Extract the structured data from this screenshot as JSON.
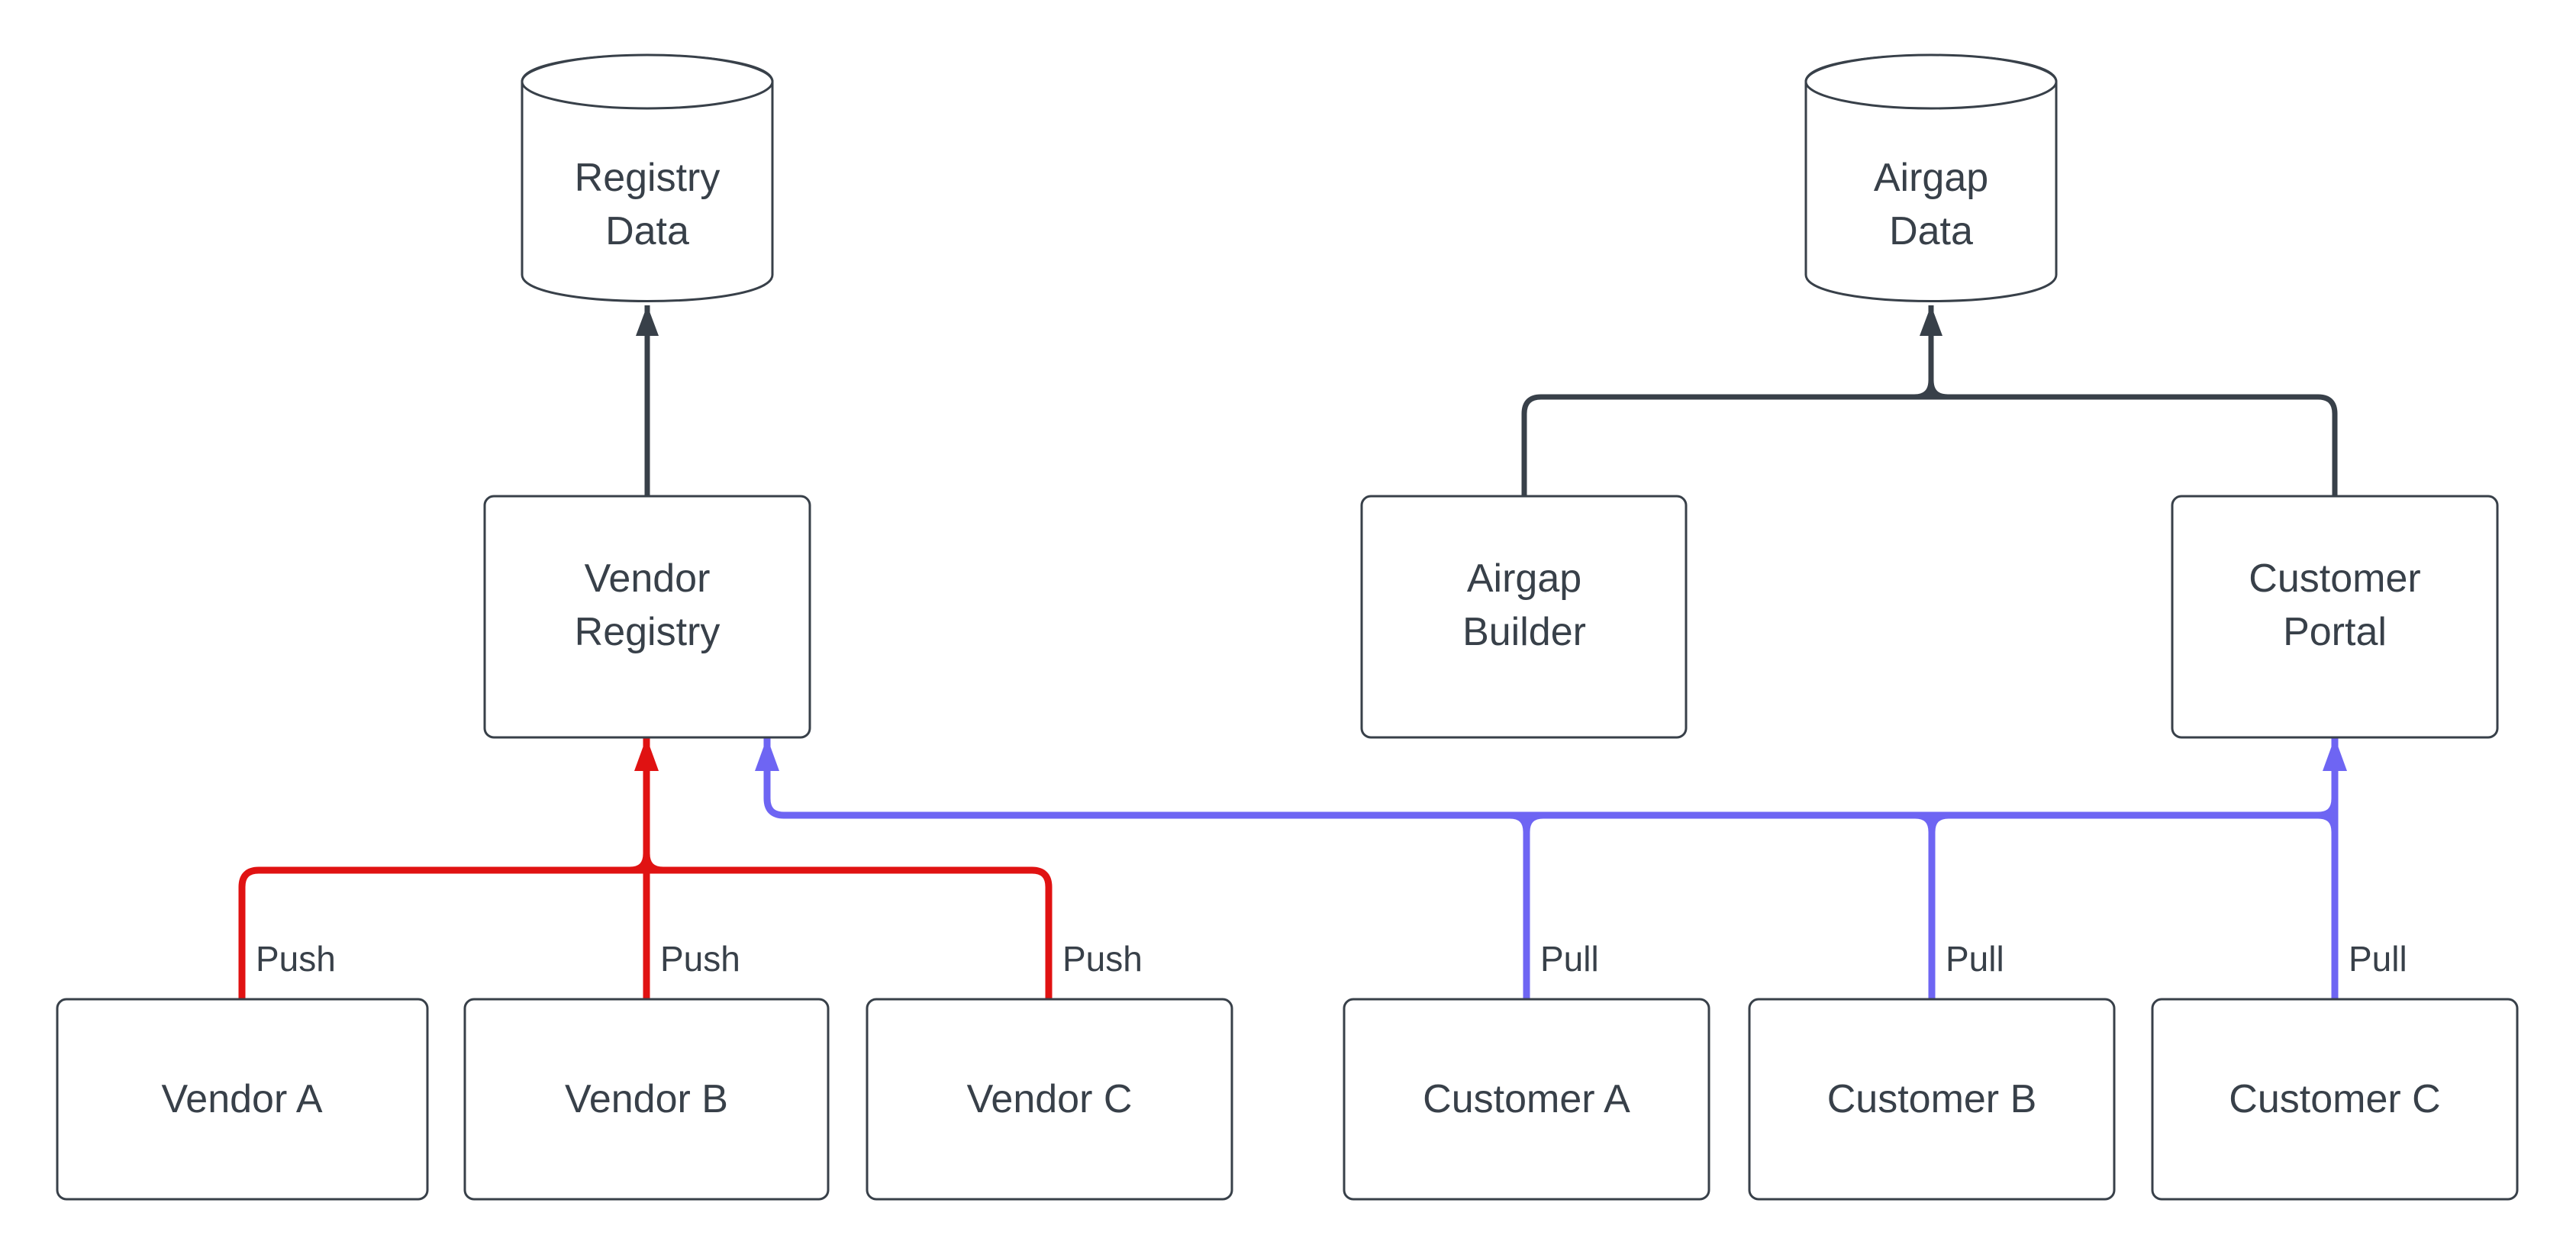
{
  "diagram": {
    "colors": {
      "dark": "#384049",
      "push": "#e01212",
      "pull": "#6e65f3",
      "text": "#384049",
      "node_fill": "#ffffff"
    },
    "nodes": {
      "registry_data": {
        "shape": "cylinder",
        "lines": [
          "Registry",
          "Data"
        ]
      },
      "airgap_data": {
        "shape": "cylinder",
        "lines": [
          "Airgap",
          "Data"
        ]
      },
      "vendor_registry": {
        "shape": "box",
        "lines": [
          "Vendor",
          "Registry"
        ]
      },
      "airgap_builder": {
        "shape": "box",
        "lines": [
          "Airgap",
          "Builder"
        ]
      },
      "customer_portal": {
        "shape": "box",
        "lines": [
          "Customer",
          "Portal"
        ]
      },
      "vendor_a": {
        "shape": "box",
        "lines": [
          "Vendor A"
        ]
      },
      "vendor_b": {
        "shape": "box",
        "lines": [
          "Vendor B"
        ]
      },
      "vendor_c": {
        "shape": "box",
        "lines": [
          "Vendor C"
        ]
      },
      "customer_a": {
        "shape": "box",
        "lines": [
          "Customer A"
        ]
      },
      "customer_b": {
        "shape": "box",
        "lines": [
          "Customer B"
        ]
      },
      "customer_c": {
        "shape": "box",
        "lines": [
          "Customer C"
        ]
      }
    },
    "edge_labels": {
      "push": "Push",
      "pull": "Pull"
    },
    "edges": [
      {
        "from": "vendor_registry",
        "to": "registry_data",
        "color": "dark",
        "label": ""
      },
      {
        "from": "airgap_builder",
        "to": "airgap_data",
        "color": "dark",
        "label": ""
      },
      {
        "from": "customer_portal",
        "to": "airgap_data",
        "color": "dark",
        "label": ""
      },
      {
        "from": "vendor_a",
        "to": "vendor_registry",
        "color": "push",
        "label": "Push"
      },
      {
        "from": "vendor_b",
        "to": "vendor_registry",
        "color": "push",
        "label": "Push"
      },
      {
        "from": "vendor_c",
        "to": "vendor_registry",
        "color": "push",
        "label": "Push"
      },
      {
        "from": "customer_a",
        "to": "vendor_registry",
        "color": "pull",
        "label": "Pull"
      },
      {
        "from": "customer_b",
        "to": "vendor_registry",
        "color": "pull",
        "label": "Pull"
      },
      {
        "from": "customer_c",
        "to": "vendor_registry",
        "color": "pull",
        "label": "Pull"
      },
      {
        "from": "customer_c",
        "to": "customer_portal",
        "color": "pull",
        "label": "Pull"
      }
    ]
  }
}
